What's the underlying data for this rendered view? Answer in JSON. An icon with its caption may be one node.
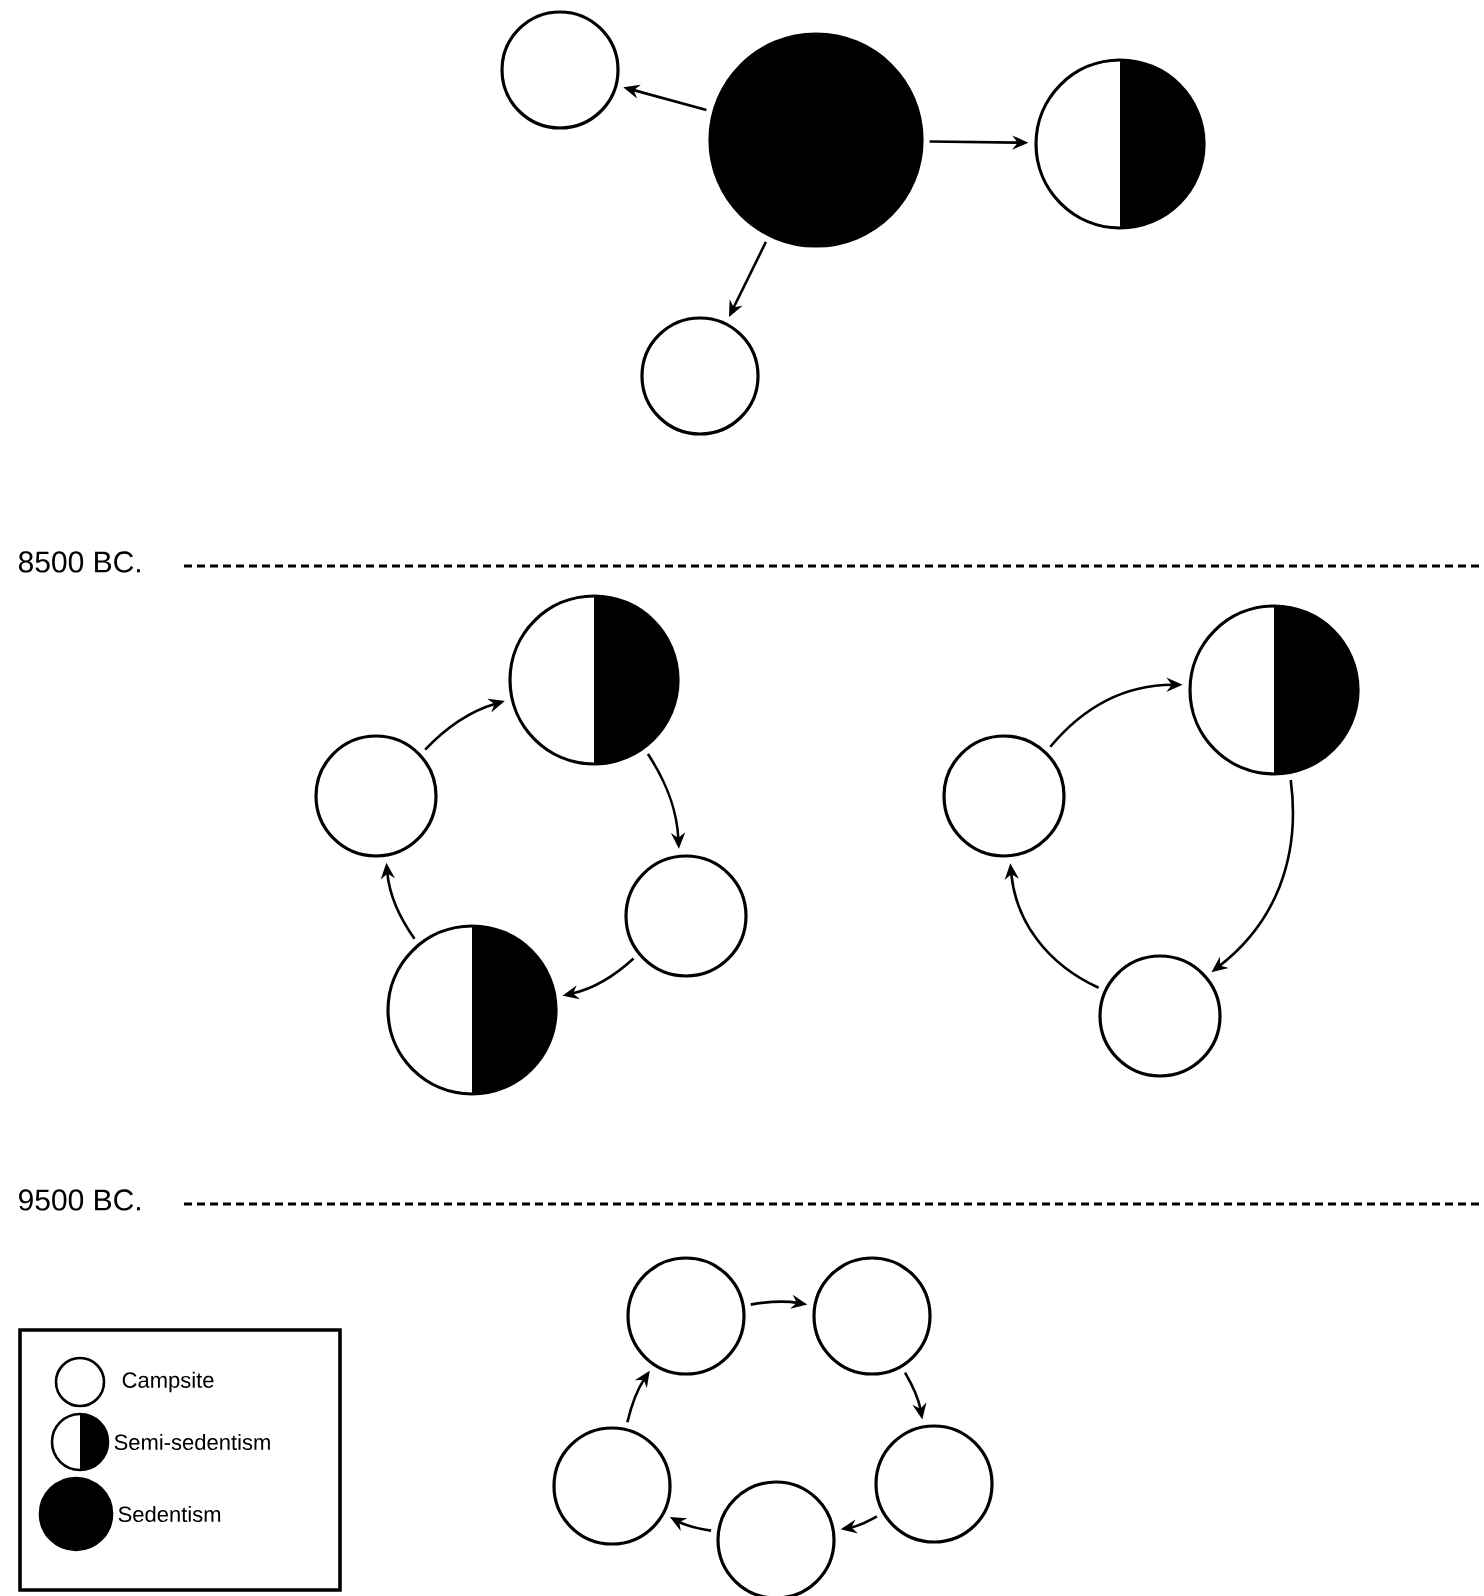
{
  "diagram": {
    "nodes": [
      {
        "text": [],
        "shape": "circle"
      },
      {
        "text": [],
        "shape": "filled-circle"
      },
      {
        "text": [],
        "shape": "half-filled-circle"
      },
      {
        "text": [],
        "shape": "circle"
      },
      {
        "text": [],
        "shape": "circle"
      },
      {
        "text": [],
        "shape": "half-filled-circle"
      },
      {
        "text": [],
        "shape": "circle"
      },
      {
        "text": [],
        "shape": "half-filled-circle"
      },
      {
        "text": [],
        "shape": "circle"
      },
      {
        "text": [],
        "shape": "half-filled-circle"
      },
      {
        "text": [],
        "shape": "circle"
      },
      {
        "text": [],
        "shape": "circle"
      },
      {
        "text": [],
        "shape": "circle"
      },
      {
        "text": [],
        "shape": "circle"
      },
      {
        "text": [],
        "shape": "circle"
      },
      {
        "text": [],
        "shape": "circle"
      }
    ],
    "edges": [
      {
        "from": 1,
        "to": 0,
        "arrow": "to"
      },
      {
        "from": 1,
        "to": 2,
        "arrow": "to"
      },
      {
        "from": 1,
        "to": 3,
        "arrow": "to"
      },
      {
        "from": 4,
        "to": 5,
        "arrow": "to"
      },
      {
        "from": 5,
        "to": 6,
        "arrow": "to"
      },
      {
        "from": 6,
        "to": 7,
        "arrow": "to"
      },
      {
        "from": 7,
        "to": 4,
        "arrow": "to"
      },
      {
        "from": 8,
        "to": 9,
        "arrow": "to"
      },
      {
        "from": 9,
        "to": 10,
        "arrow": "to"
      },
      {
        "from": 10,
        "to": 8,
        "arrow": "to"
      },
      {
        "from": 11,
        "to": 12,
        "arrow": "to"
      },
      {
        "from": 12,
        "to": 13,
        "arrow": "to"
      },
      {
        "from": 13,
        "to": 14,
        "arrow": "to"
      },
      {
        "from": 14,
        "to": 15,
        "arrow": "to"
      },
      {
        "from": 15,
        "to": 11,
        "arrow": "to"
      }
    ],
    "labels": [
      "8500 BC.",
      "9500 BC."
    ],
    "legend": [
      {
        "text": "Campsite"
      },
      {
        "text": "Semi-sedentism"
      },
      {
        "text": "Sedentism"
      }
    ]
  }
}
